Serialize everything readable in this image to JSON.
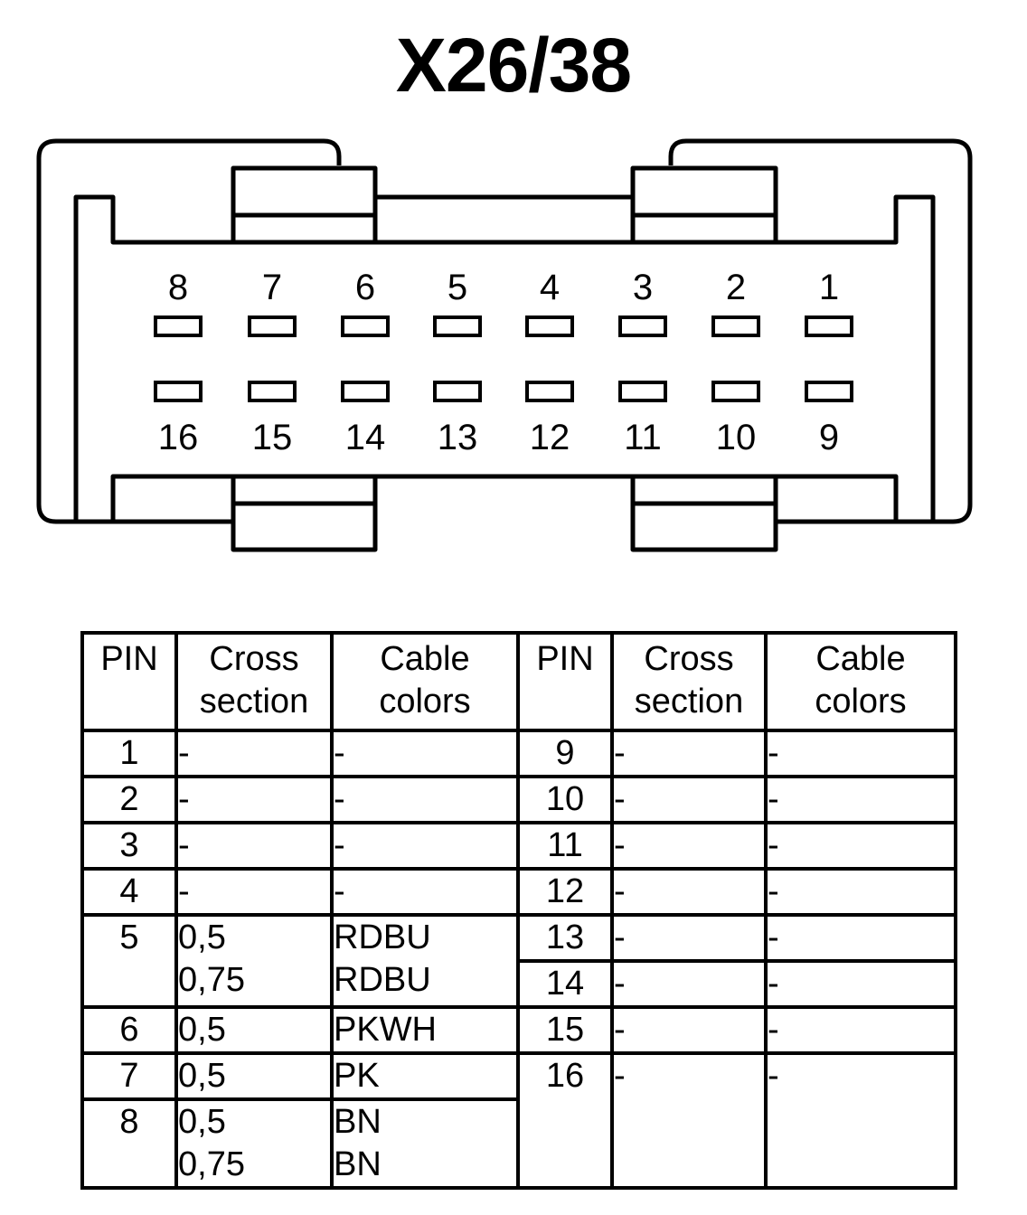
{
  "title": "X26/38",
  "connector": {
    "top_row": [
      "8",
      "7",
      "6",
      "5",
      "4",
      "3",
      "2",
      "1"
    ],
    "bottom_row": [
      "16",
      "15",
      "14",
      "13",
      "12",
      "11",
      "10",
      "9"
    ]
  },
  "table": {
    "headers": {
      "pin": "PIN",
      "cross_section": [
        "Cross",
        "section"
      ],
      "cable_colors": [
        "Cable",
        "colors"
      ]
    },
    "left": [
      {
        "pin": "1",
        "cross": [
          "-"
        ],
        "colors": [
          "-"
        ]
      },
      {
        "pin": "2",
        "cross": [
          "-"
        ],
        "colors": [
          "-"
        ]
      },
      {
        "pin": "3",
        "cross": [
          "-"
        ],
        "colors": [
          "-"
        ]
      },
      {
        "pin": "4",
        "cross": [
          "-"
        ],
        "colors": [
          "-"
        ]
      },
      {
        "pin": "5",
        "cross": [
          "0,5",
          "0,75"
        ],
        "colors": [
          "RDBU",
          "RDBU"
        ]
      },
      {
        "pin": "6",
        "cross": [
          "0,5"
        ],
        "colors": [
          "PKWH"
        ]
      },
      {
        "pin": "7",
        "cross": [
          "0,5"
        ],
        "colors": [
          "PK"
        ]
      },
      {
        "pin": "8",
        "cross": [
          "0,5",
          "0,75"
        ],
        "colors": [
          "BN",
          "BN"
        ]
      }
    ],
    "right": [
      {
        "pin": "9",
        "cross": "-",
        "colors": "-"
      },
      {
        "pin": "10",
        "cross": "-",
        "colors": "-"
      },
      {
        "pin": "11",
        "cross": "-",
        "colors": "-"
      },
      {
        "pin": "12",
        "cross": "-",
        "colors": "-"
      },
      {
        "pin": "13",
        "cross": "-",
        "colors": "-"
      },
      {
        "pin": "14",
        "cross": "-",
        "colors": "-"
      },
      {
        "pin": "15",
        "cross": "-",
        "colors": "-"
      },
      {
        "pin": "16",
        "cross": "-",
        "colors": "-"
      }
    ]
  }
}
